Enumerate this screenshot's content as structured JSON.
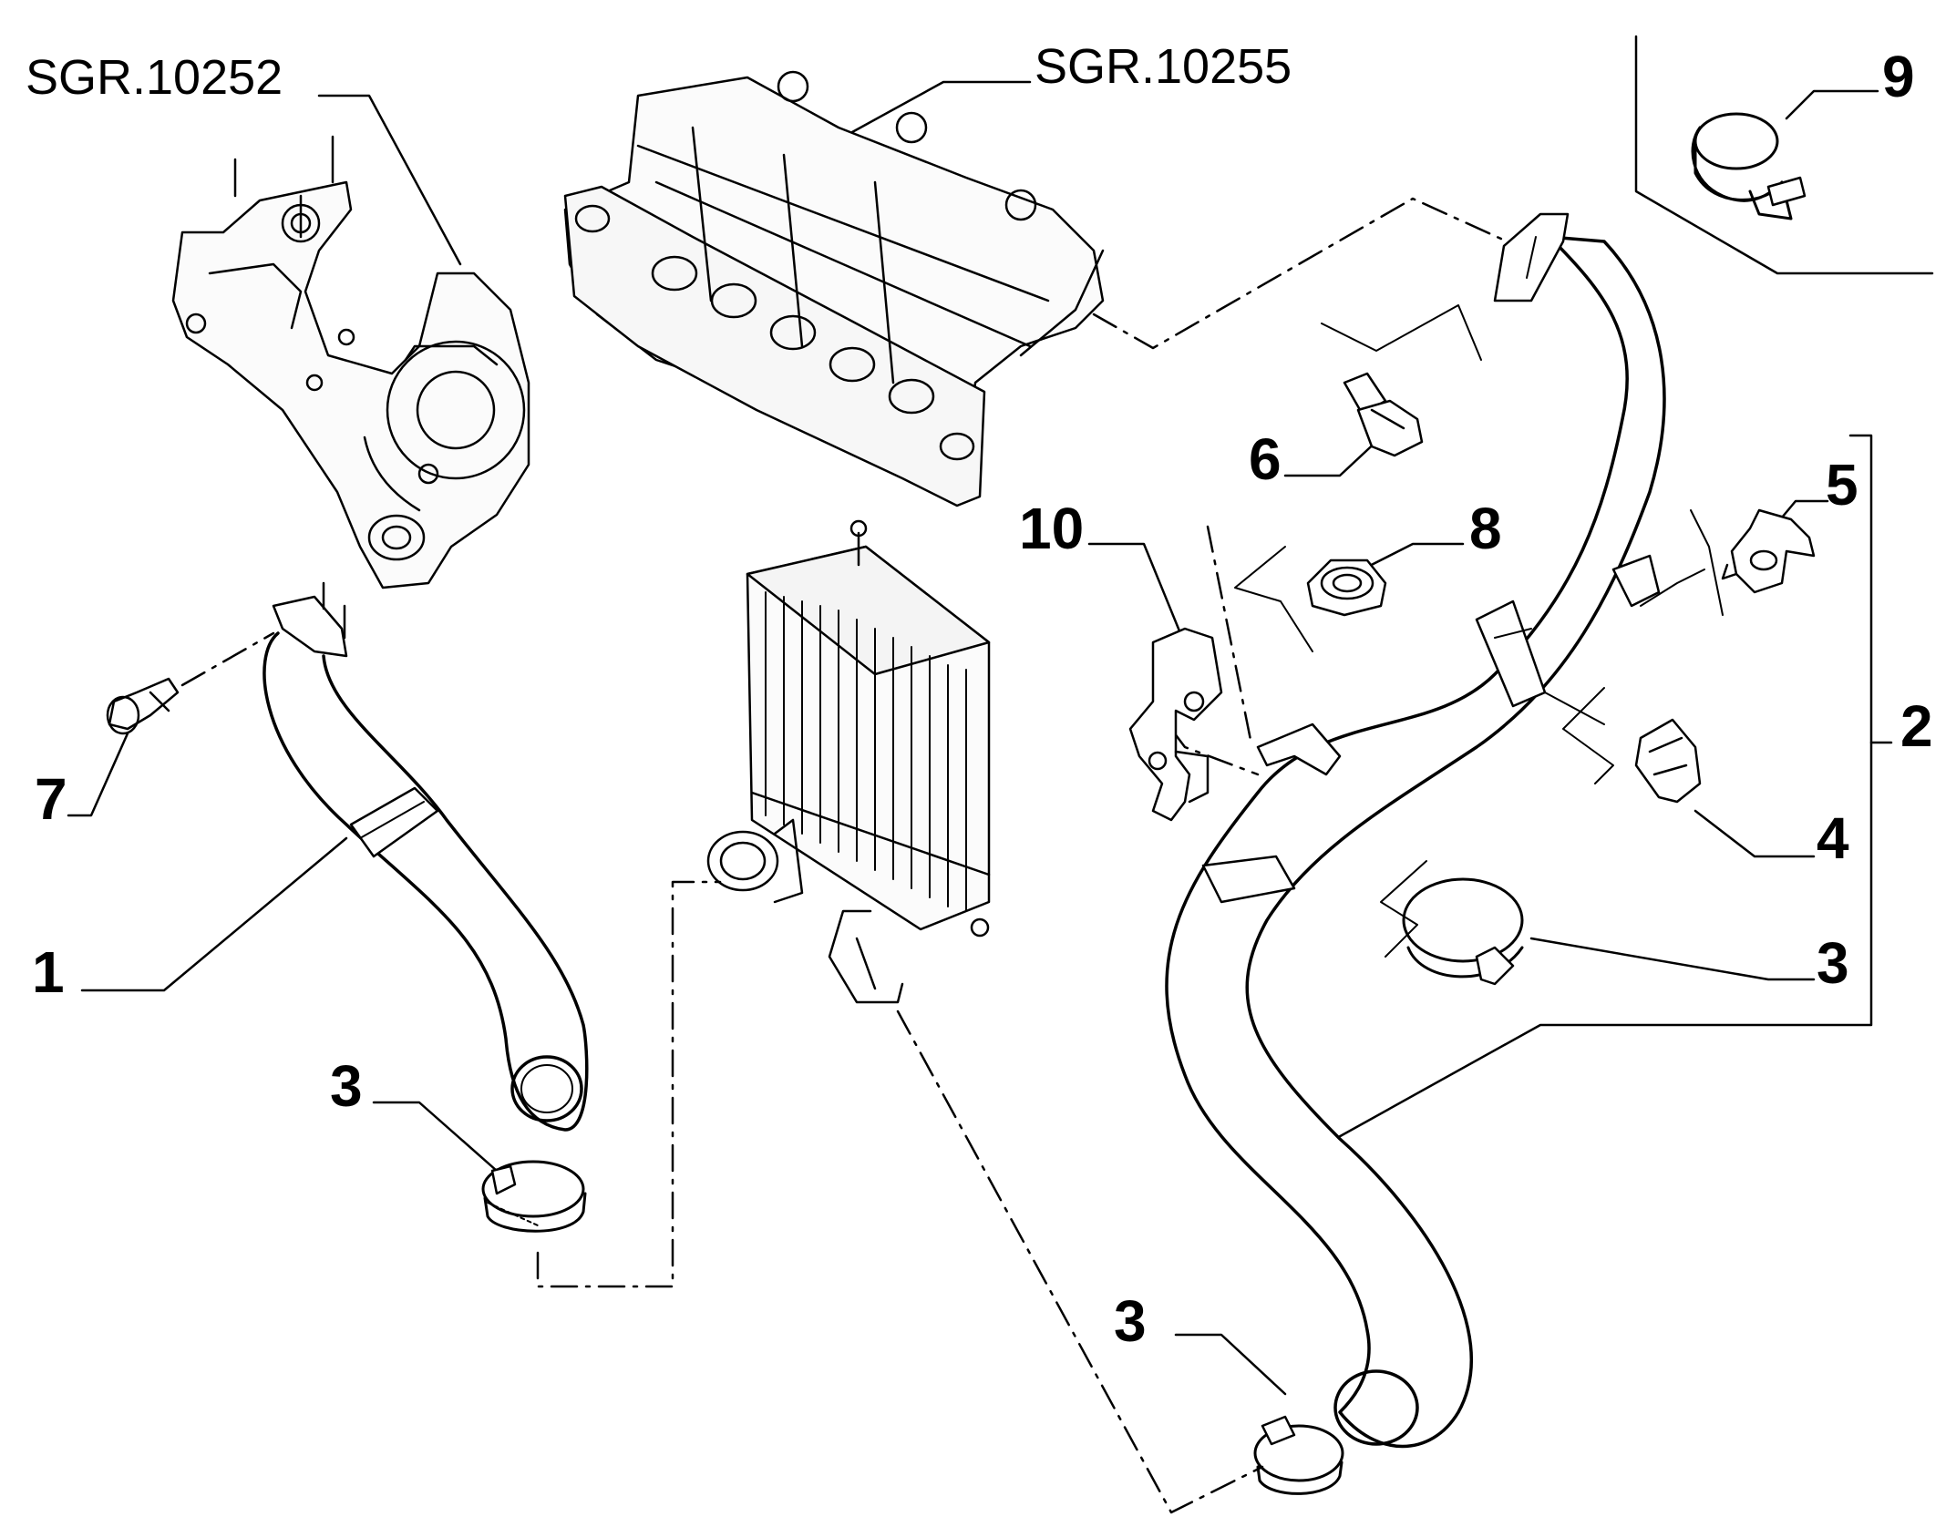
{
  "diagram": {
    "references": [
      {
        "id": "ref-sgr-10252",
        "text": "SGR.10252"
      },
      {
        "id": "ref-sgr-10255",
        "text": "SGR.10255"
      }
    ],
    "callouts": [
      {
        "id": "callout-9",
        "text": "9"
      },
      {
        "id": "callout-6",
        "text": "6"
      },
      {
        "id": "callout-10",
        "text": "10"
      },
      {
        "id": "callout-8",
        "text": "8"
      },
      {
        "id": "callout-5",
        "text": "5"
      },
      {
        "id": "callout-2",
        "text": "2"
      },
      {
        "id": "callout-4",
        "text": "4"
      },
      {
        "id": "callout-7",
        "text": "7"
      },
      {
        "id": "callout-1",
        "text": "1"
      },
      {
        "id": "callout-3-right",
        "text": "3"
      },
      {
        "id": "callout-3-left",
        "text": "3"
      },
      {
        "id": "callout-3-bottom",
        "text": "3"
      }
    ],
    "colors": {
      "ink": "#000000",
      "background": "#ffffff",
      "shade": "#f4f4f4"
    }
  }
}
